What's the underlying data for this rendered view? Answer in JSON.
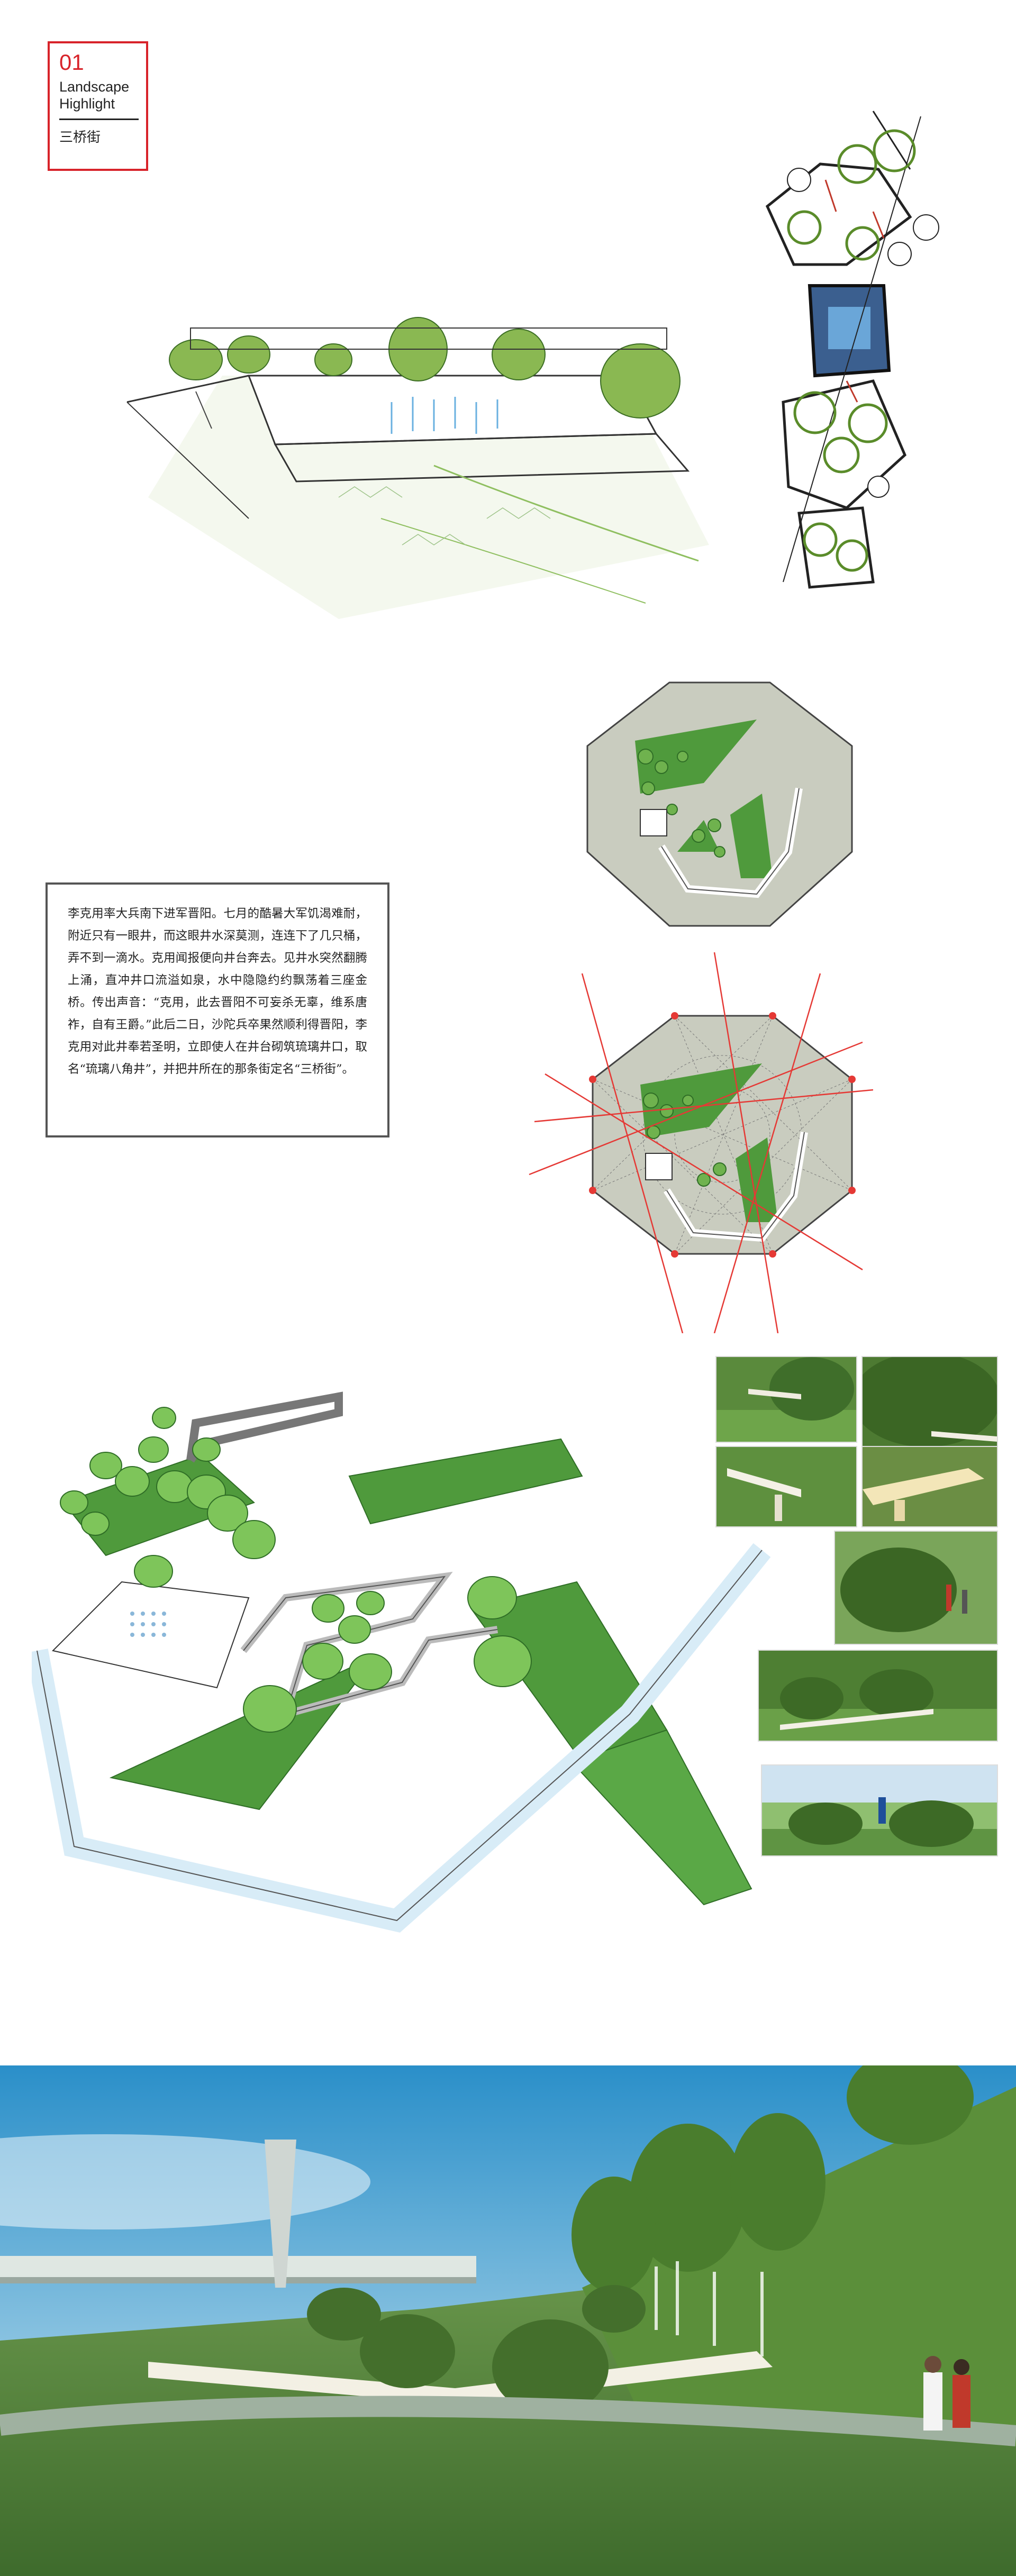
{
  "header": {
    "number": "01",
    "title_line1": "Landscape",
    "title_line2": "Highlight",
    "subtitle": "三桥街"
  },
  "story": {
    "text": "李克用率大兵南下进军晋阳。七月的酷暑大军饥渴难耐，附近只有一眼井，而这眼井水深莫测，连连下了几只桶，弄不到一滴水。克用闻报便向井台奔去。见井水突然翻腾上涌，直冲井口流溢如泉，水中隐隐约约飘荡着三座金桥。传出声音：“克用，此去晋阳不可妄杀无辜，维系唐祚，自有王爵。”此后二日，沙陀兵卒果然顺利得晋阳，李克用对此井奉若圣明，立即使人在井台砌筑琉璃井口，取名“琉璃八角井”，并把井所在的那条街定名“三桥街”。"
  },
  "colors": {
    "accent": "#d8232a",
    "grass": "#4f9a3c",
    "grass_dark": "#2f6e26",
    "plaza": "#c9ccbf",
    "water": "#d8ecf7"
  }
}
